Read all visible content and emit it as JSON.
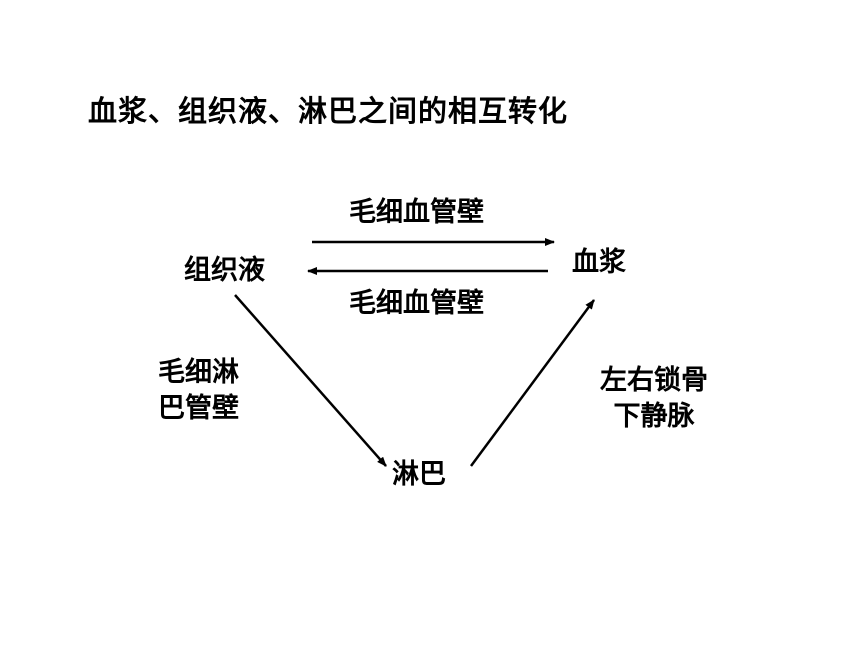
{
  "title": "血浆、组织液、淋巴之间的相互转化",
  "nodes": {
    "tissue_fluid": "组织液",
    "plasma": "血浆",
    "lymph": "淋巴"
  },
  "edges": {
    "tissue_to_plasma": {
      "label": "毛细血管壁"
    },
    "plasma_to_tissue": {
      "label": "毛细血管壁"
    },
    "tissue_to_lymph": {
      "label_line1": "毛细淋",
      "label_line2": "巴管壁"
    },
    "lymph_to_plasma": {
      "label_line1": "左右锁骨",
      "label_line2": "下静脉"
    }
  },
  "colors": {
    "text": "#000000",
    "background": "#ffffff",
    "arrow": "#000000"
  }
}
